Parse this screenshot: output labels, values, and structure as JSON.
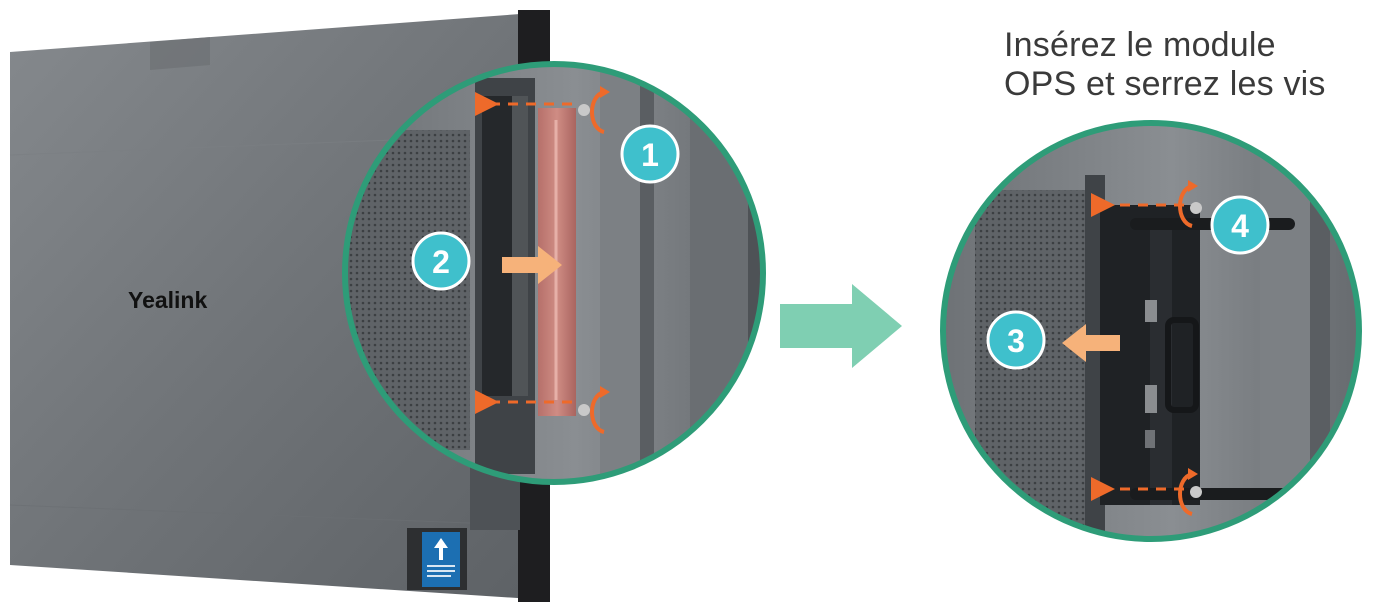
{
  "display": {
    "brand": "Yealink",
    "label_icon": "up-arrow-icon"
  },
  "instruction": {
    "line1": "Insérez le module",
    "line2": "OPS et serrez les vis"
  },
  "steps": [
    {
      "number": "1"
    },
    {
      "number": "2"
    },
    {
      "number": "3"
    },
    {
      "number": "4"
    }
  ],
  "colors": {
    "badge": "#3fc0cc",
    "circle_border": "#2e9c78",
    "screw_accent": "#ee6a2a",
    "push_arrow": "#f6b27a",
    "transition_arrow": "#7fcfb2",
    "panel_grey": "#707579",
    "frame_black": "#1e1e20"
  },
  "icons": [
    "screw-rotate-icon",
    "push-arrow-icon",
    "transition-arrow-icon"
  ]
}
